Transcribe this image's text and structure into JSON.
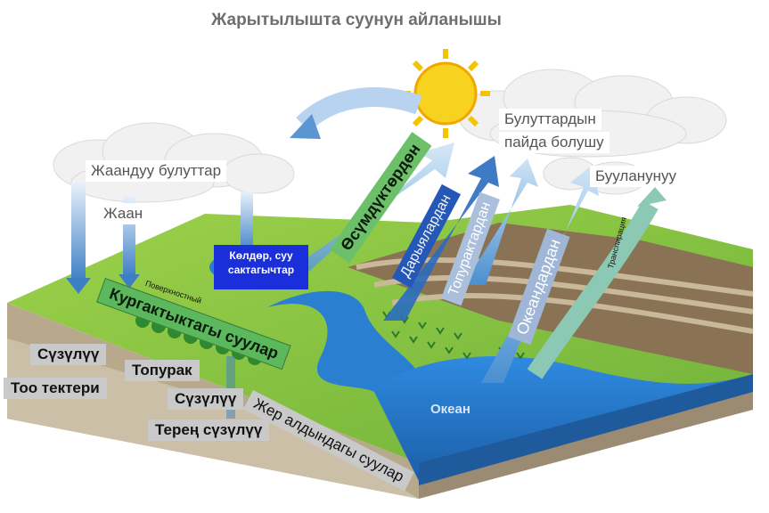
{
  "title": "Жарытылышта суунун айланышы",
  "labels": {
    "rain_clouds": "Жаандуу булуттар",
    "rain": "Жаан",
    "lakes": "Көлдөр, суу сактагычтар",
    "surface": "Поверхностный",
    "land_waters": "Кургактыктагы суулар",
    "from_plants": "Өсүмдүктөрдөн",
    "from_rivers": "Дарыялардан",
    "from_soil": "Топурактардан",
    "from_oceans": "Океандардан",
    "cloud_formation_1": "Булуттардын",
    "cloud_formation_2": "пайда болушу",
    "evaporation": "Бууланунуу",
    "transpiration": "Транспирация",
    "infiltration_1": "Сүзүлүү",
    "mountain_rocks": "Тоо тектери",
    "soil": "Топурак",
    "infiltration_2": "Сүзүлүү",
    "deep_infiltration": "Терең сүзүлүү",
    "groundwater": "Жер алдындагы суулар",
    "ocean": "Океан"
  },
  "colors": {
    "grass": "#8cc63f",
    "water": "#2a7fd0",
    "soil": "#c9b89a",
    "green_band": "#5cb85c",
    "sun": "#f7d21e"
  }
}
